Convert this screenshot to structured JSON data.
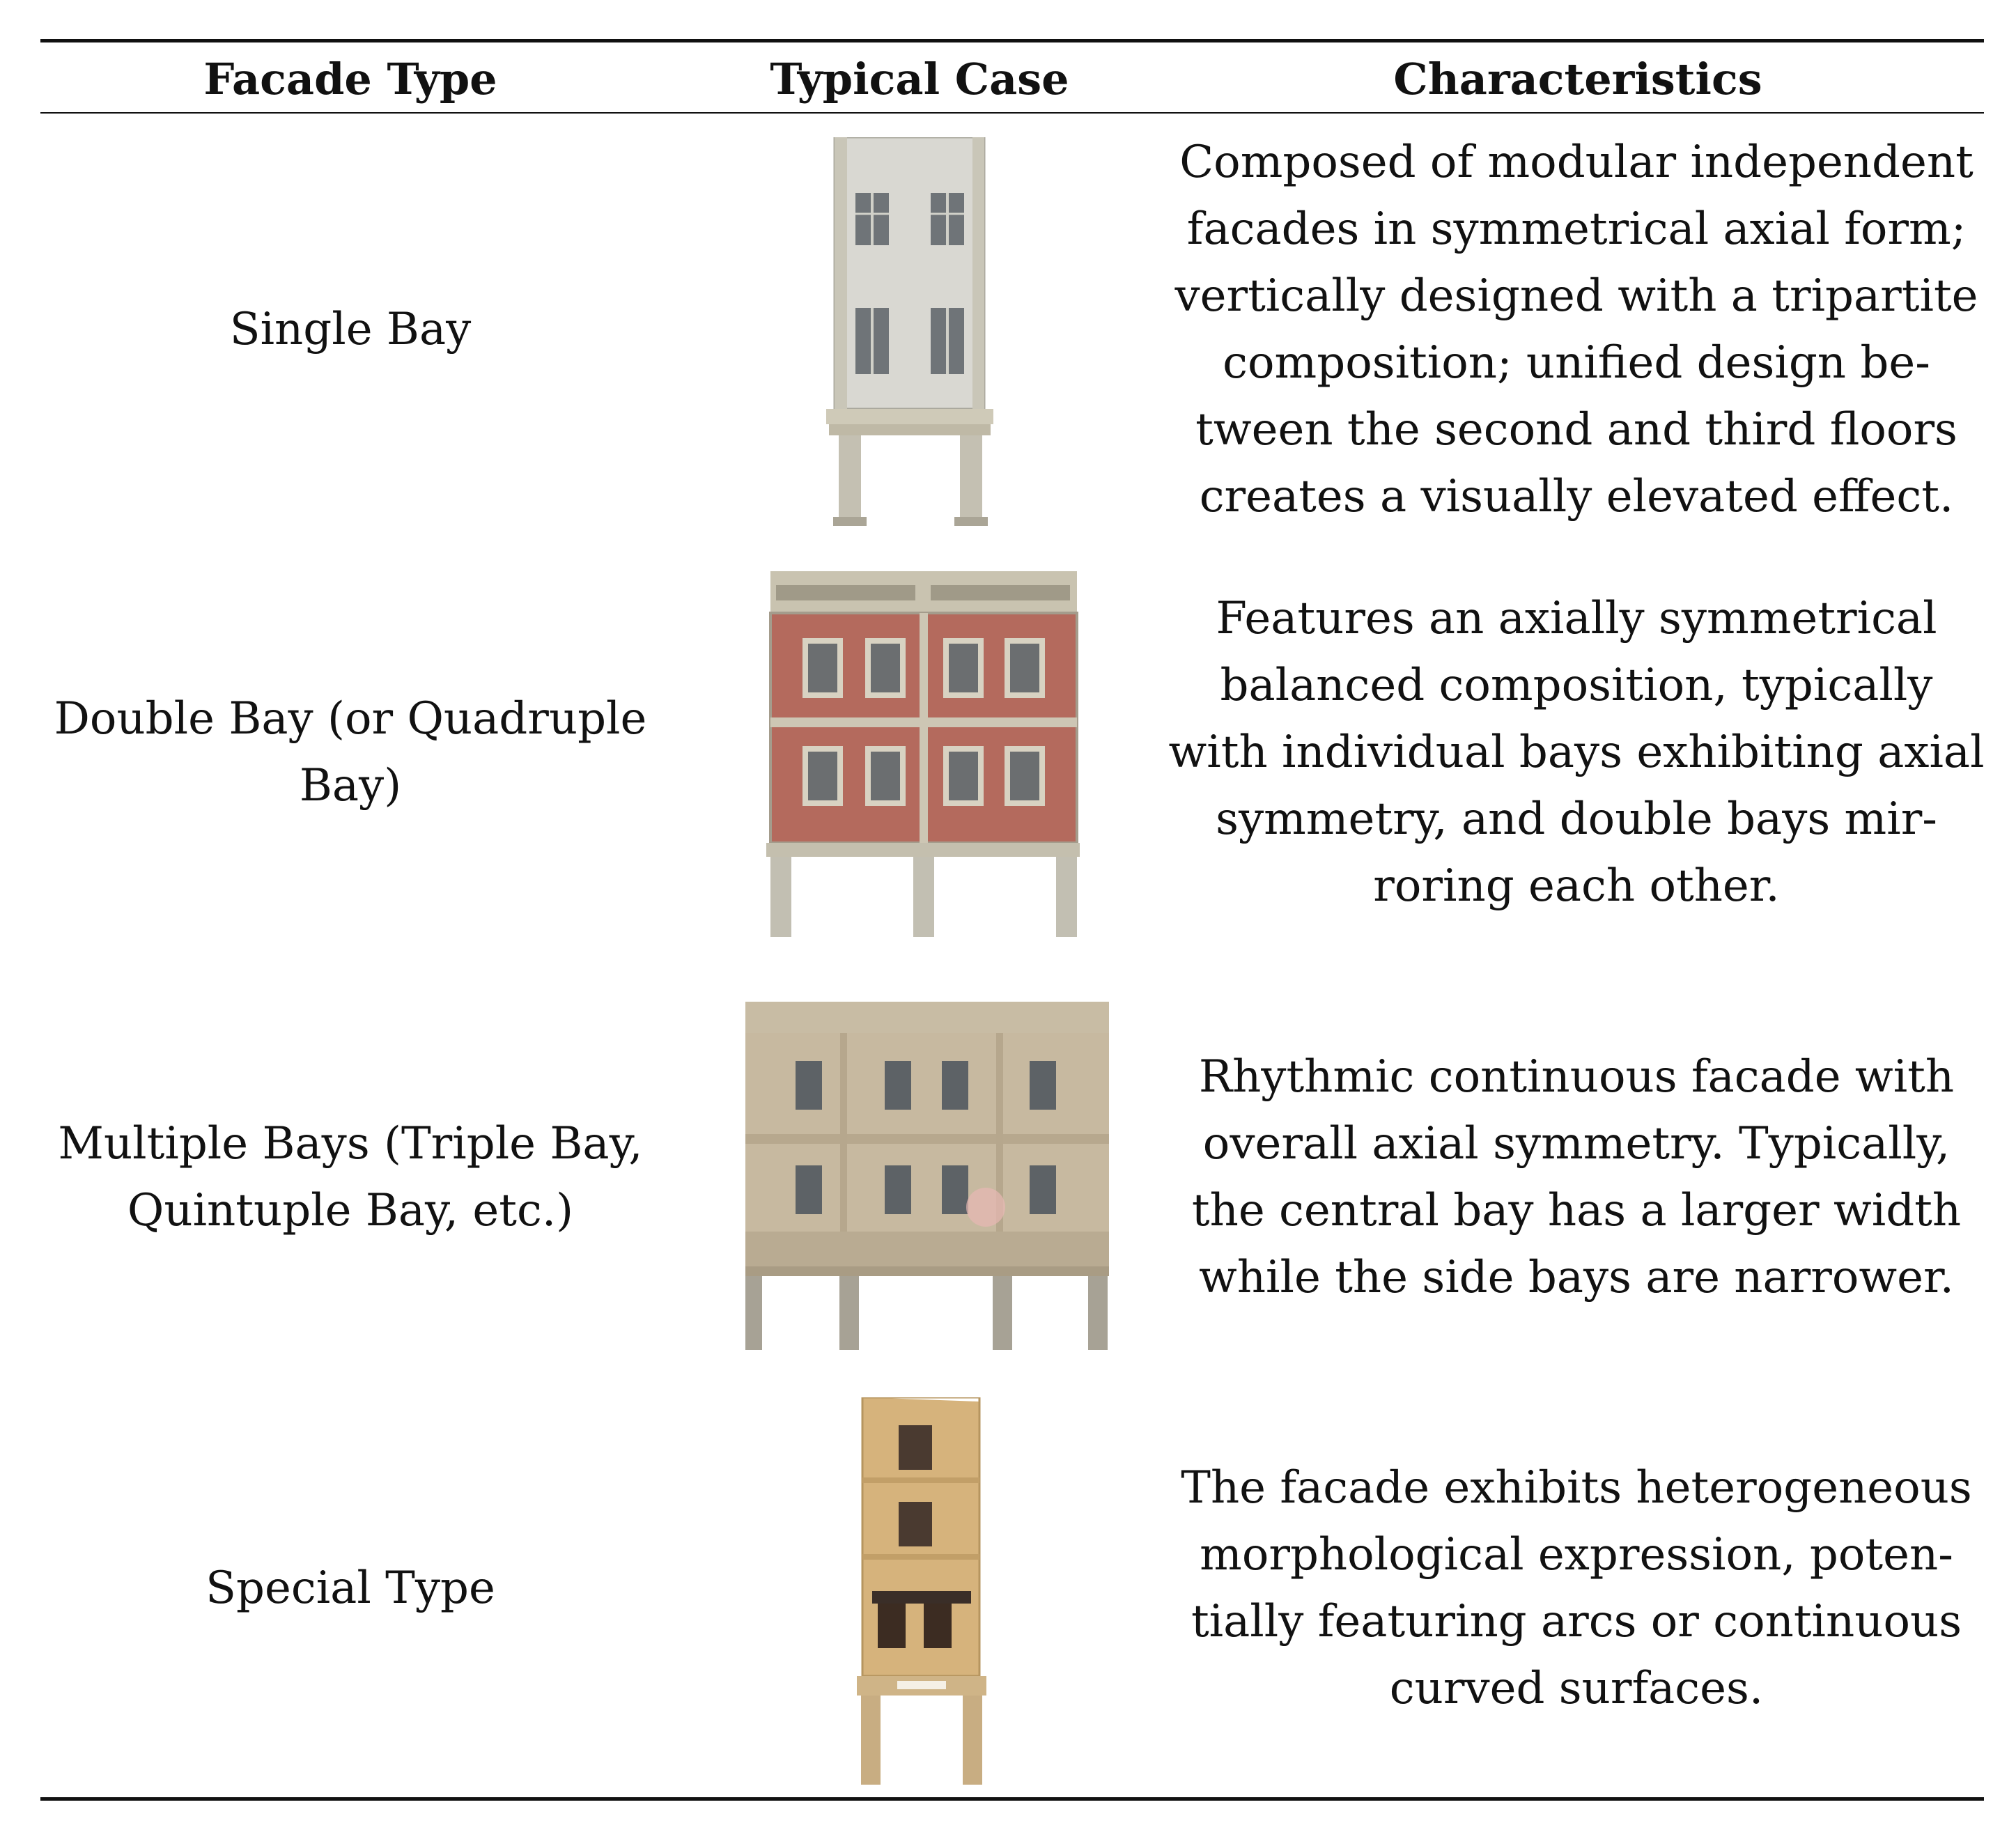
{
  "table": {
    "headers": {
      "facade_type": "Facade Type",
      "typical_case": "Typical Case",
      "characteristics": "Characteristics"
    },
    "rows": [
      {
        "type_lines": [
          "Single Bay"
        ],
        "image_icon": "single-bay-facade-photo",
        "description_lines": [
          "Composed of modular independent",
          "facades in symmetrical axial form;",
          "vertically designed with a tripartite",
          "composition; unified design be-",
          "tween the second and third floors",
          "creates a visually elevated effect."
        ]
      },
      {
        "type_lines": [
          "Double Bay (or Quadruple",
          "Bay)"
        ],
        "image_icon": "double-bay-facade-photo",
        "description_lines": [
          "Features an axially symmetrical",
          "balanced composition, typically",
          "with individual bays exhibiting axial",
          "symmetry, and double bays mir-",
          "roring each other."
        ]
      },
      {
        "type_lines": [
          "Multiple Bays (Triple Bay,",
          "Quintuple Bay, etc.)"
        ],
        "image_icon": "multiple-bays-facade-photo",
        "description_lines": [
          "Rhythmic continuous facade with",
          "overall axial symmetry. Typically,",
          "the central bay has a larger width",
          "while the side bays are narrower."
        ]
      },
      {
        "type_lines": [
          "Special Type"
        ],
        "image_icon": "special-type-facade-photo",
        "description_lines": [
          "The facade exhibits heterogeneous",
          "morphological expression, poten-",
          "tially featuring arcs or continuous",
          "curved surfaces."
        ]
      }
    ]
  }
}
